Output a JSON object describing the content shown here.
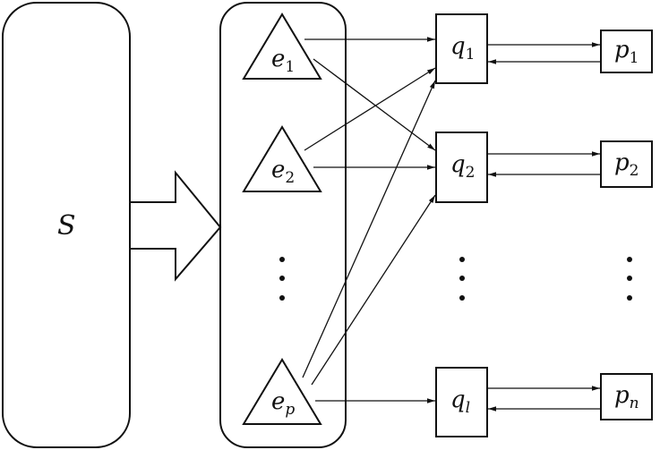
{
  "source": {
    "label": "S"
  },
  "emitters": [
    {
      "base": "e",
      "sub": "1"
    },
    {
      "base": "e",
      "sub": "2"
    },
    {
      "base": "e",
      "sub": "p"
    }
  ],
  "queues": [
    {
      "base": "q",
      "sub": "1"
    },
    {
      "base": "q",
      "sub": "2"
    },
    {
      "base": "q",
      "sub": "l"
    }
  ],
  "processors": [
    {
      "base": "p",
      "sub": "1"
    },
    {
      "base": "p",
      "sub": "2"
    },
    {
      "base": "p",
      "sub": "n"
    }
  ],
  "ellipsis": "⋮"
}
